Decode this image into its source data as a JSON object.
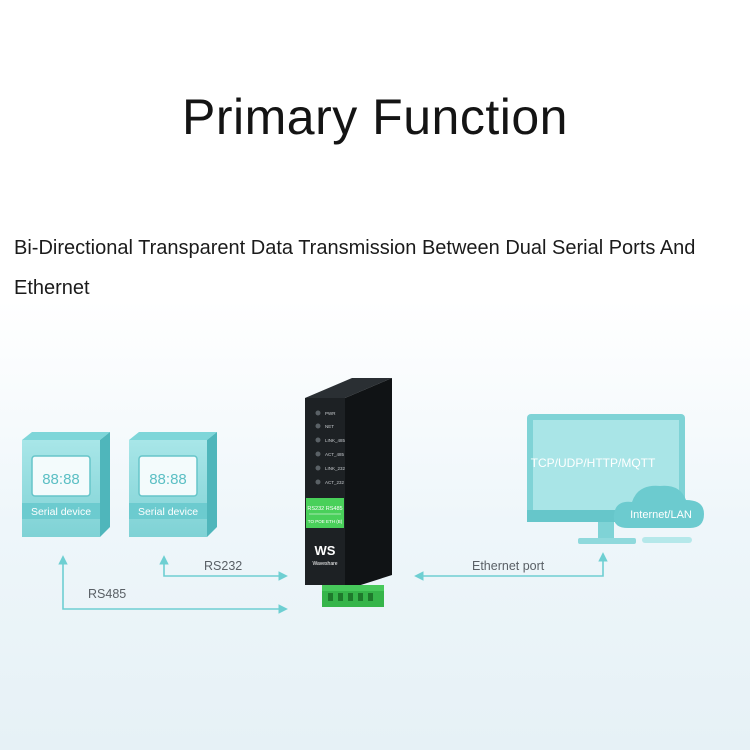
{
  "page": {
    "title": "Primary Function",
    "subtitle": "Bi-Directional Transparent Data Transmission Between Dual Serial Ports And Ethernet"
  },
  "serial_devices": [
    {
      "display": "88:88",
      "label": "Serial device"
    },
    {
      "display": "88:88",
      "label": "Serial device"
    }
  ],
  "gateway": {
    "leds": [
      "PWR",
      "NET",
      "LINK_485",
      "ACT_485",
      "LINK_232",
      "ACT_232"
    ],
    "model_line": "RS232 RS485",
    "model_sub": "TO POE ETH (B)",
    "brand": "Waveshare",
    "logo": "WS"
  },
  "computer": {
    "screen_text": "TCP/UDP/HTTP/MQTT"
  },
  "cloud": {
    "label": "Internet/LAN"
  },
  "connections": {
    "rs232": "RS232",
    "rs485": "RS485",
    "ethernet": "Ethernet port"
  },
  "colors": {
    "teal": "#5fc4c9",
    "teal_dark": "#46a7ad",
    "arrow": "#6ecfd2",
    "device_body": "#1b1f22",
    "label_green": "#49d05a"
  }
}
